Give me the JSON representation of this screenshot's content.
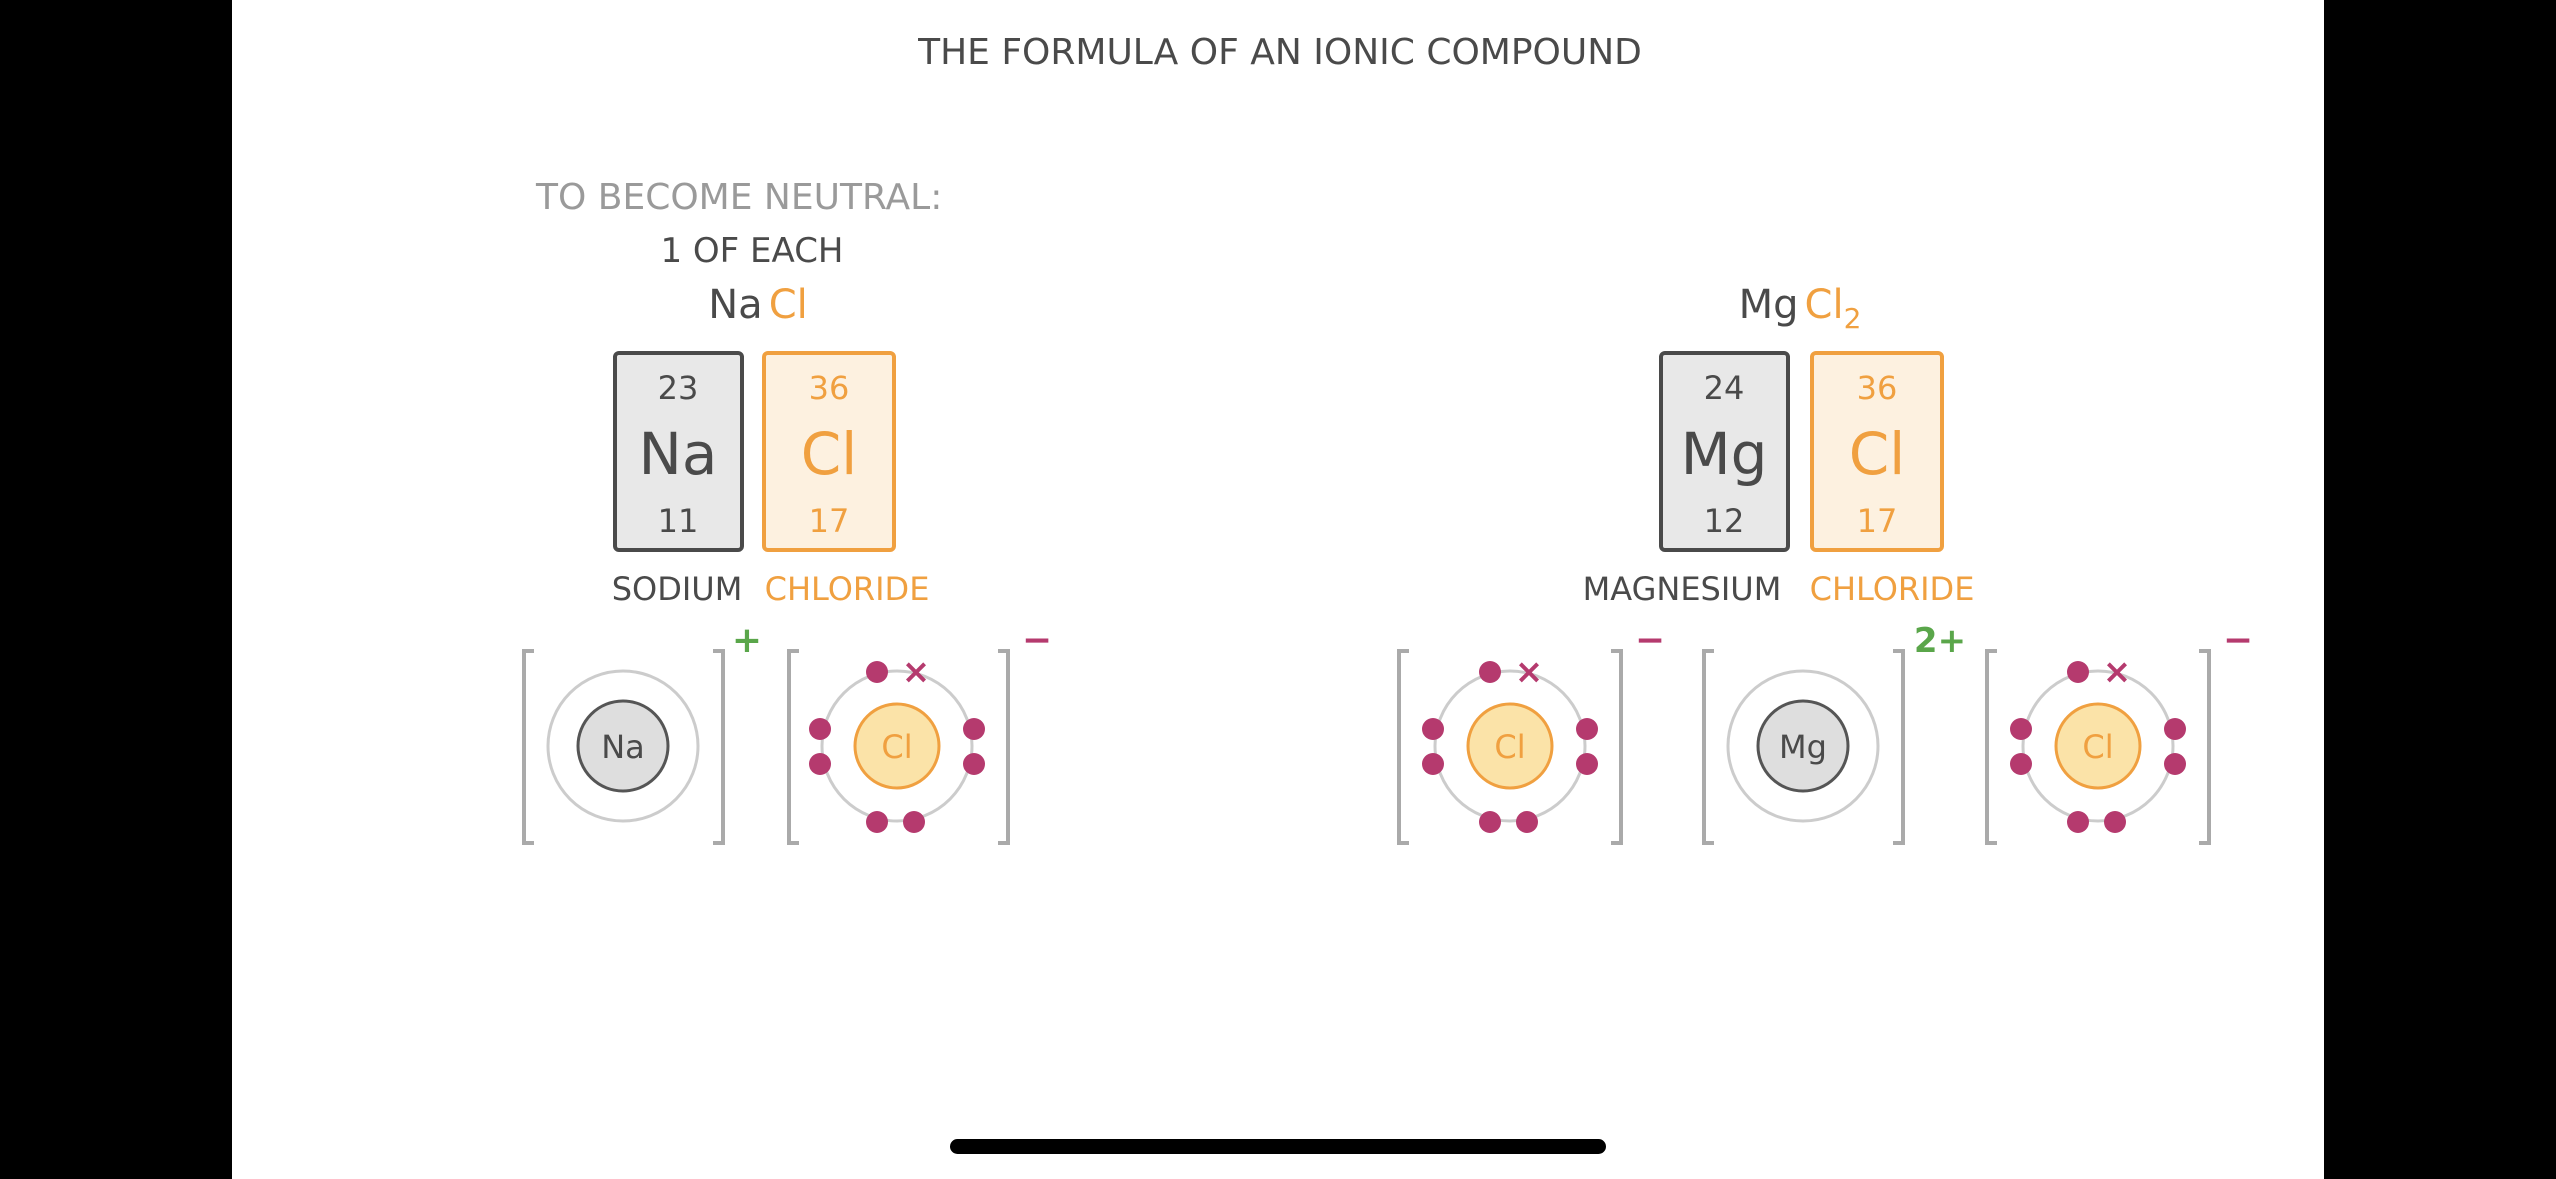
{
  "colors": {
    "background": "#ffffff",
    "letterbox": "#000000",
    "text_dark": "#4a4a4a",
    "text_grey": "#9a9a9a",
    "orange": "#f0a040",
    "green": "#5aa64a",
    "electron": "#b53a6e",
    "bracket": "#aaaaaa",
    "na_card_fill": "#e8e8e8",
    "cl_card_fill": "#fdf1e0",
    "home_indicator": "#000000"
  },
  "header": {
    "title": "THE FORMULA OF AN IONIC COMPOUND"
  },
  "sodium_chloride": {
    "intro": "TO BECOME NEUTRAL:",
    "ratio": "1 OF EACH",
    "formula_metal": "Na",
    "formula_nonmetal": "Cl",
    "metal_card": {
      "mass": "23",
      "symbol": "Na",
      "number": "11"
    },
    "nonmetal_card": {
      "mass": "36",
      "symbol": "Cl",
      "number": "17"
    },
    "name_metal": "SODIUM",
    "name_nonmetal": "CHLORIDE",
    "metal_ion": {
      "symbol": "Na",
      "charge": "+"
    },
    "nonmetal_ion": {
      "symbol": "Cl",
      "charge": "−",
      "gained_electron": "×"
    }
  },
  "magnesium_chloride": {
    "formula_metal": "Mg",
    "formula_nonmetal": "Cl",
    "formula_subscript": "2",
    "metal_card": {
      "mass": "24",
      "symbol": "Mg",
      "number": "12"
    },
    "nonmetal_card": {
      "mass": "36",
      "symbol": "Cl",
      "number": "17"
    },
    "name_metal": "MAGNESIUM",
    "name_nonmetal": "CHLORIDE",
    "left_ion": {
      "symbol": "Cl",
      "charge": "−",
      "gained_electron": "×"
    },
    "metal_ion": {
      "symbol": "Mg",
      "charge": "2+"
    },
    "right_ion": {
      "symbol": "Cl",
      "charge": "−",
      "gained_electron": "×"
    }
  }
}
